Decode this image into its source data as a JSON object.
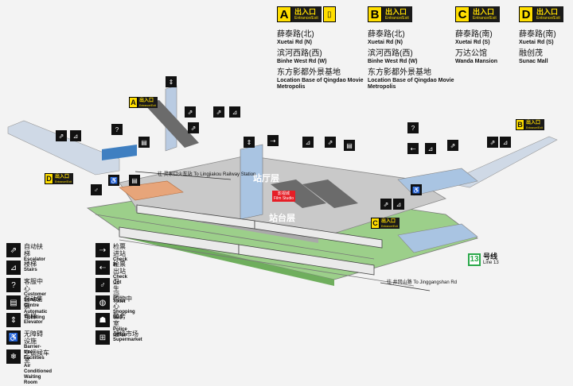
{
  "exits": [
    {
      "letter": "A",
      "zh": "出入口",
      "en": "Entrance/Exit",
      "destinations": [
        {
          "zh": "薛泰路(北)",
          "en": "Xuetai Rd (N)"
        },
        {
          "zh": "滨河西路(西)",
          "en": "Binhe West Rd (W)"
        },
        {
          "zh": "东方影都外景基地",
          "en": "Location Base of Qingdao Movie Metropolis"
        }
      ]
    },
    {
      "letter": "B",
      "zh": "出入口",
      "en": "Entrance/Exit",
      "destinations": [
        {
          "zh": "薛泰路(北)",
          "en": "Xuetai Rd (N)"
        },
        {
          "zh": "滨河西路(西)",
          "en": "Binhe West Rd (W)"
        },
        {
          "zh": "东方影都外景基地",
          "en": "Location Base of Qingdao Movie Metropolis"
        }
      ]
    },
    {
      "letter": "C",
      "zh": "出入口",
      "en": "Entrance/Exit",
      "destinations": [
        {
          "zh": "薛泰路(南)",
          "en": "Xuetai Rd (S)"
        },
        {
          "zh": "万达公馆",
          "en": "Wanda Mansion"
        }
      ]
    },
    {
      "letter": "D",
      "zh": "出入口",
      "en": "Entrance/Exit",
      "destinations": [
        {
          "zh": "薛泰路(南)",
          "en": "Xuetai Rd (S)"
        },
        {
          "zh": "融创茂",
          "en": "Sunac Mall"
        }
      ]
    }
  ],
  "map": {
    "concourse_zh": "站厅层",
    "platform_zh": "站台层",
    "station_tag_zh": "影视城",
    "station_tag_en": "Film Studio",
    "dir_upper_zh": "往 灵家口火车站",
    "dir_upper_en": "To Lingjiakou Railway Station",
    "dir_lower_zh": "往 井冈山路",
    "dir_lower_en": "To Jinggangshan Rd",
    "line_num": "13",
    "line_zh": "号线",
    "line_en": "Line 13",
    "tag_zh": "出入口",
    "tag_en": "Entrance/Exit"
  },
  "legend": [
    {
      "icon": "escalator-icon",
      "glyph": "⇗",
      "zh": "自动扶梯",
      "en": "Escalator"
    },
    {
      "icon": "stairs-icon",
      "glyph": "⊿",
      "zh": "楼梯",
      "en": "Stairs"
    },
    {
      "icon": "customer-service-icon",
      "glyph": "?",
      "zh": "客服中心",
      "en": "Customer Service Centre"
    },
    {
      "icon": "ticket-machine-icon",
      "glyph": "▤",
      "zh": "自动售票",
      "en": "Automatic Ticketing"
    },
    {
      "icon": "elevator-icon",
      "glyph": "⇕",
      "zh": "电梯",
      "en": "Elevator"
    },
    {
      "icon": "accessibility-icon",
      "glyph": "♿",
      "zh": "无障碍设施",
      "en": "Barrier-free Facilities"
    },
    {
      "icon": "waiting-room-icon",
      "glyph": "❄",
      "zh": "空调候车室",
      "en": "Air Conditioned Waiting Room"
    },
    {
      "icon": "check-in-icon",
      "glyph": "⇢",
      "zh": "检票进站",
      "en": "Check in"
    },
    {
      "icon": "check-out-icon",
      "glyph": "⇠",
      "zh": "检票出站",
      "en": "Check Out"
    },
    {
      "icon": "toilet-icon",
      "glyph": "♂♀",
      "zh": "卫生间",
      "en": "Toilet"
    },
    {
      "icon": "shopping-icon",
      "glyph": "◍",
      "zh": "购物中心",
      "en": "Shopping Mall"
    },
    {
      "icon": "police-icon",
      "glyph": "☗",
      "zh": "警务室",
      "en": "Police Office"
    },
    {
      "icon": "supermarket-icon",
      "glyph": "⊞",
      "zh": "超级市场",
      "en": "Supermarket"
    }
  ],
  "colors": {
    "exit_yellow": "#ffde00",
    "line_green": "#2aa84a",
    "platform_green": "#9ccf8a",
    "concourse_gray": "#c9c9c9",
    "station_red": "#e61e26"
  }
}
